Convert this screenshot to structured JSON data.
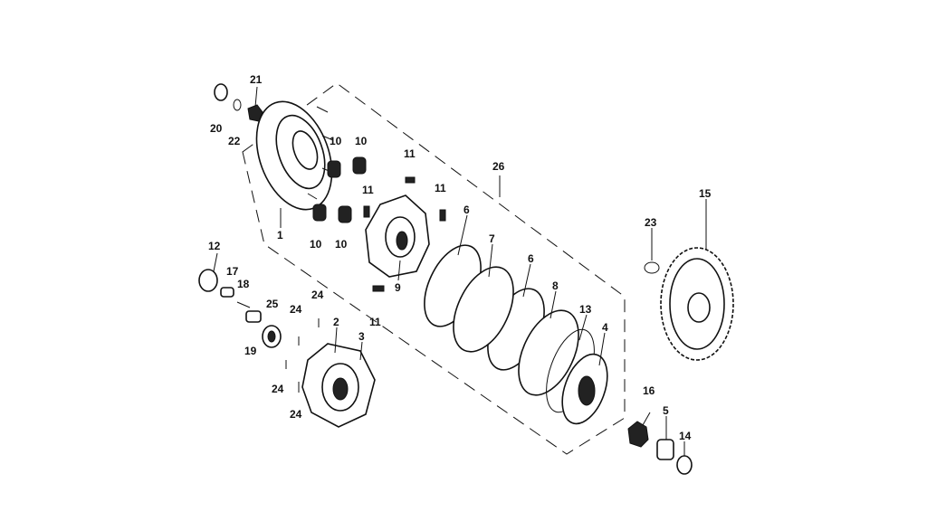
{
  "diagram": {
    "labels": [
      {
        "id": "l1",
        "text": "1"
      },
      {
        "id": "l2",
        "text": "2"
      },
      {
        "id": "l3",
        "text": "3"
      },
      {
        "id": "l4",
        "text": "4"
      },
      {
        "id": "l5",
        "text": "5"
      },
      {
        "id": "l6a",
        "text": "6"
      },
      {
        "id": "l6b",
        "text": "6"
      },
      {
        "id": "l7",
        "text": "7"
      },
      {
        "id": "l8",
        "text": "8"
      },
      {
        "id": "l9",
        "text": "9"
      },
      {
        "id": "l10a",
        "text": "10"
      },
      {
        "id": "l10b",
        "text": "10"
      },
      {
        "id": "l10c",
        "text": "10"
      },
      {
        "id": "l10d",
        "text": "10"
      },
      {
        "id": "l11a",
        "text": "11"
      },
      {
        "id": "l11b",
        "text": "11"
      },
      {
        "id": "l11c",
        "text": "11"
      },
      {
        "id": "l11d",
        "text": "11"
      },
      {
        "id": "l12",
        "text": "12"
      },
      {
        "id": "l13",
        "text": "13"
      },
      {
        "id": "l14",
        "text": "14"
      },
      {
        "id": "l15",
        "text": "15"
      },
      {
        "id": "l16",
        "text": "16"
      },
      {
        "id": "l17",
        "text": "17"
      },
      {
        "id": "l18",
        "text": "18"
      },
      {
        "id": "l19",
        "text": "19"
      },
      {
        "id": "l20",
        "text": "20"
      },
      {
        "id": "l21",
        "text": "21"
      },
      {
        "id": "l22",
        "text": "22"
      },
      {
        "id": "l23",
        "text": "23"
      },
      {
        "id": "l24a",
        "text": "24"
      },
      {
        "id": "l24b",
        "text": "24"
      },
      {
        "id": "l24c",
        "text": "24"
      },
      {
        "id": "l24d",
        "text": "24"
      },
      {
        "id": "l25",
        "text": "25"
      },
      {
        "id": "l26",
        "text": "26"
      }
    ]
  }
}
